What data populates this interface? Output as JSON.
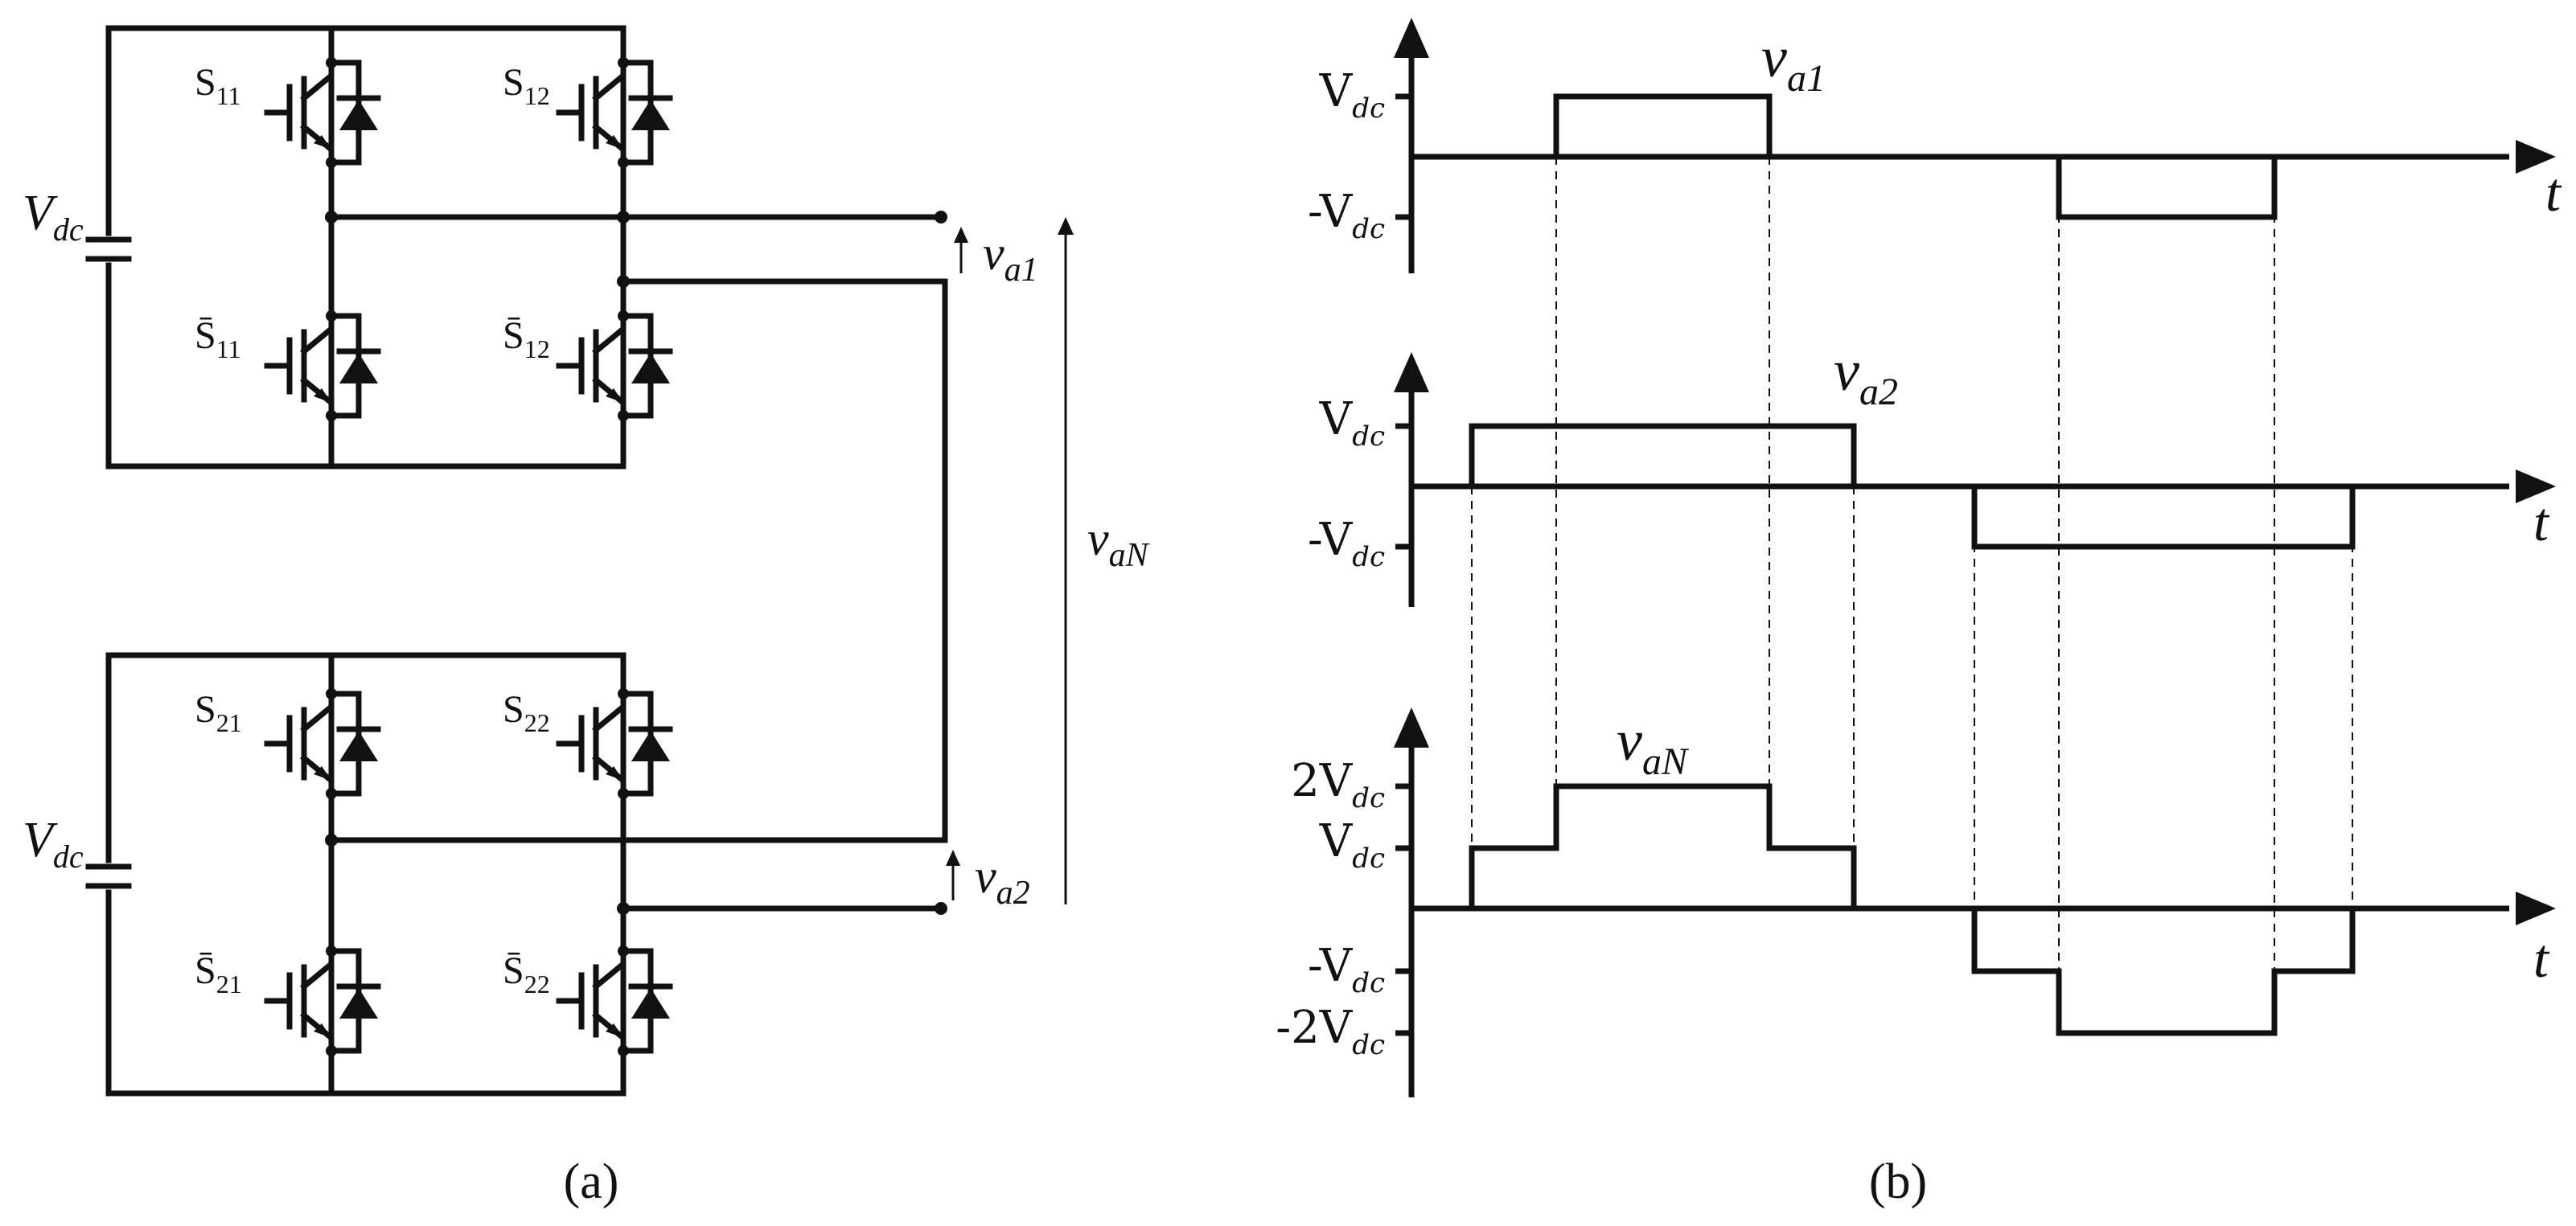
{
  "circuit": {
    "dc_source_label_main": "V",
    "dc_source_label_sub": "dc",
    "switches": {
      "s11": {
        "main": "S",
        "sub": "11"
      },
      "s12": {
        "main": "S",
        "sub": "12"
      },
      "s11bar": {
        "main": "S̄",
        "sub": "11"
      },
      "s12bar": {
        "main": "S̄",
        "sub": "12"
      },
      "s21": {
        "main": "S",
        "sub": "21"
      },
      "s22": {
        "main": "S",
        "sub": "22"
      },
      "s21bar": {
        "main": "S̄",
        "sub": "21"
      },
      "s22bar": {
        "main": "S̄",
        "sub": "22"
      }
    },
    "va1": {
      "main": "v",
      "sub": "a1"
    },
    "va2": {
      "main": "v",
      "sub": "a2"
    },
    "vaN": {
      "main": "v",
      "sub": "aN"
    },
    "caption": "(a)"
  },
  "waveforms": {
    "caption": "(b)",
    "time_label": "t",
    "plot1": {
      "title_main": "v",
      "title_sub": "a1",
      "ticks": [
        {
          "main": "V",
          "sub": "dc"
        },
        {
          "main": "-V",
          "sub": "dc"
        }
      ]
    },
    "plot2": {
      "title_main": "v",
      "title_sub": "a2",
      "ticks": [
        {
          "main": "V",
          "sub": "dc"
        },
        {
          "main": "-V",
          "sub": "dc"
        }
      ]
    },
    "plot3": {
      "title_main": "v",
      "title_sub": "aN",
      "ticks": [
        {
          "main": "2V",
          "sub": "dc"
        },
        {
          "main": "V",
          "sub": "dc"
        },
        {
          "main": "-V",
          "sub": "dc"
        },
        {
          "main": "-2V",
          "sub": "dc"
        }
      ]
    }
  }
}
